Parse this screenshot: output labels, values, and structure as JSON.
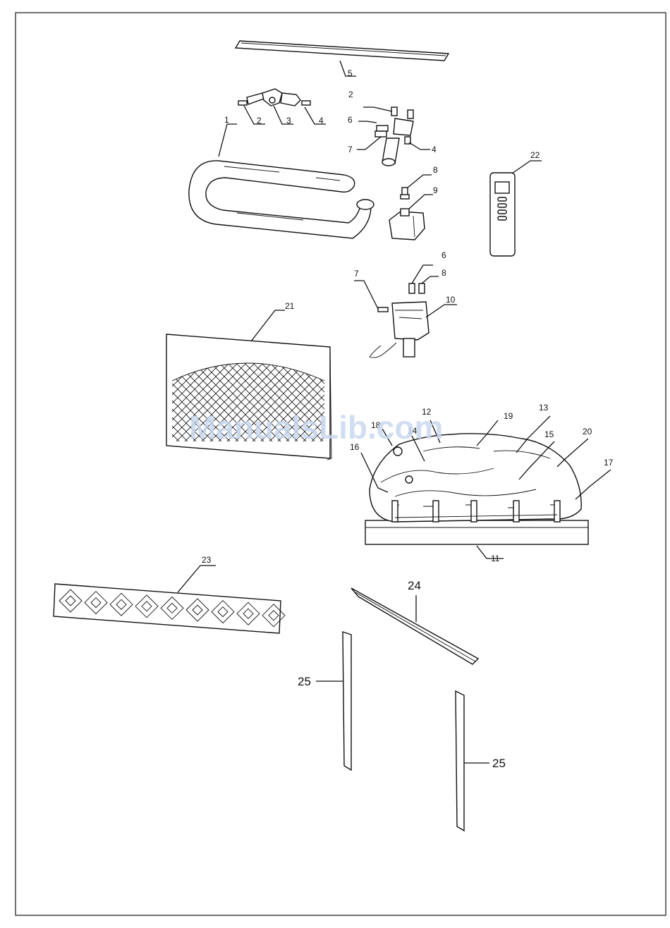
{
  "diagram": {
    "callouts": [
      {
        "id": "c1",
        "text": "1"
      },
      {
        "id": "c2a",
        "text": "2"
      },
      {
        "id": "c3",
        "text": "3"
      },
      {
        "id": "c4a",
        "text": "4"
      },
      {
        "id": "c5",
        "text": "5"
      },
      {
        "id": "c2b",
        "text": "2"
      },
      {
        "id": "c6a",
        "text": "6"
      },
      {
        "id": "c7a",
        "text": "7"
      },
      {
        "id": "c4b",
        "text": "4"
      },
      {
        "id": "c8a",
        "text": "8"
      },
      {
        "id": "c9",
        "text": "9"
      },
      {
        "id": "c22",
        "text": "22"
      },
      {
        "id": "c6b",
        "text": "6"
      },
      {
        "id": "c7b",
        "text": "7"
      },
      {
        "id": "c8b",
        "text": "8"
      },
      {
        "id": "c10",
        "text": "10"
      },
      {
        "id": "c21",
        "text": "21"
      },
      {
        "id": "c12",
        "text": "12"
      },
      {
        "id": "c19",
        "text": "19"
      },
      {
        "id": "c13",
        "text": "13"
      },
      {
        "id": "c18",
        "text": "18"
      },
      {
        "id": "c14",
        "text": "14"
      },
      {
        "id": "c15",
        "text": "15"
      },
      {
        "id": "c20",
        "text": "20"
      },
      {
        "id": "c16",
        "text": "16"
      },
      {
        "id": "c17",
        "text": "17"
      },
      {
        "id": "c11",
        "text": "11"
      },
      {
        "id": "c23",
        "text": "23"
      },
      {
        "id": "c24",
        "text": "24"
      },
      {
        "id": "c25a",
        "text": "25"
      },
      {
        "id": "c25b",
        "text": "25"
      }
    ],
    "watermark": "ManualsLib.com"
  }
}
